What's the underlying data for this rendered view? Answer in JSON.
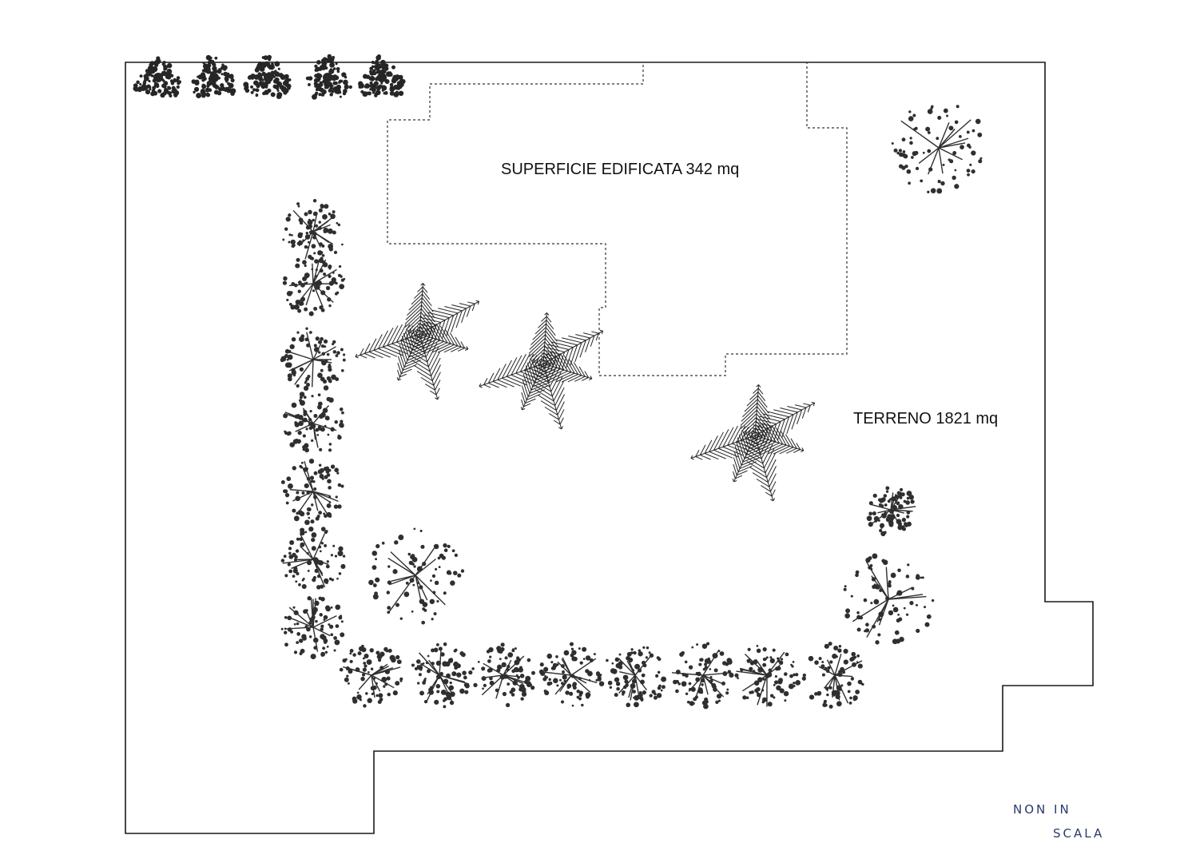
{
  "labels": {
    "built_area": "SUPERFICIE EDIFICATA 342 mq",
    "land_area": "TERRENO 1821 mq",
    "note_line1": "NON IN",
    "note_line2": "SCALA"
  },
  "colors": {
    "ink": "#2f2f2f",
    "note_ink": "#2a3a6a"
  },
  "icons": {
    "hedge_shrub": "shrub-icon",
    "palm": "palm-icon",
    "conifer": "conifer-icon"
  }
}
